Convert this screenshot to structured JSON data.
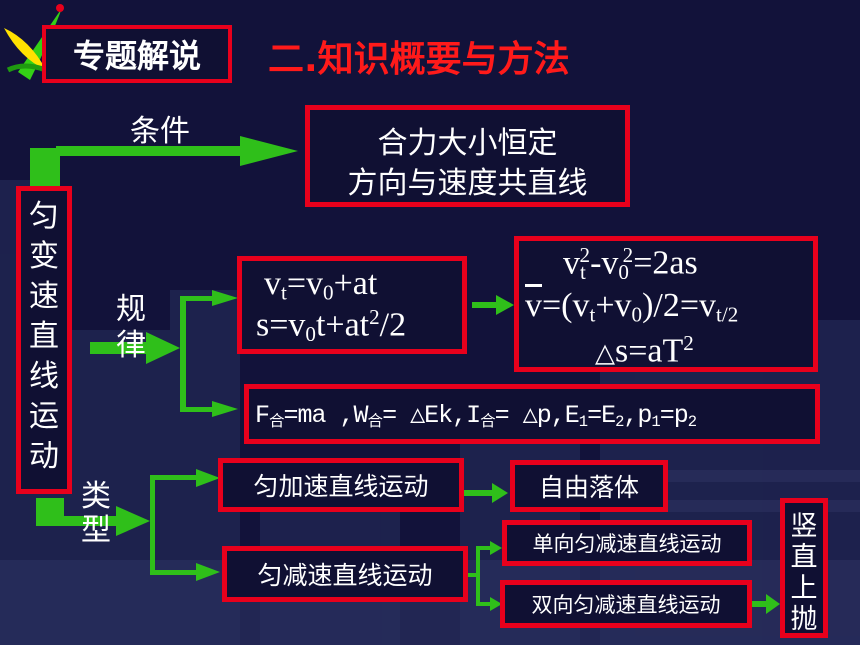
{
  "header": {
    "topic_label": "专题解说",
    "title": "二.知识概要与方法"
  },
  "colors": {
    "accent_red": "#e8001c",
    "arrow_green": "#2fbf1a",
    "title_red": "#ff1a1a"
  },
  "root": {
    "label_chars": [
      "匀",
      "变",
      "速",
      "直",
      "线",
      "运",
      "动"
    ]
  },
  "condition": {
    "label": "条件",
    "line1": "合力大小恒定",
    "line2": "方向与速度共直线"
  },
  "law": {
    "label_chars": [
      "规",
      "律"
    ],
    "f1_a": "v",
    "f1_a_sub": "t",
    "f1_b": "=v",
    "f1_b_sub": "0",
    "f1_c": "+at",
    "f2_a": "s=v",
    "f2_a_sub": "0",
    "f2_b": "t+at",
    "f2_b_sup": "2",
    "f2_c": "/2",
    "g1_a": "v",
    "g1_a_sub": "t",
    "g1_a_sup": "2",
    "g1_b": "-v",
    "g1_b_sub": "0",
    "g1_b_sup": "2",
    "g1_c": "=2as",
    "g2_a": "v",
    "g2_b": "=(v",
    "g2_b_sub": "t",
    "g2_c": "+v",
    "g2_c_sub": "0",
    "g2_d": ")/2=v",
    "g2_d_sub": "t/2",
    "g3_a": "s=aT",
    "g3_a_sup": "2",
    "force_text_1": "F",
    "force_sub_1": "合",
    "force_text_2": "=ma ,W",
    "force_sub_2": "合",
    "force_text_3": "= ",
    "force_text_4": "Ek,I",
    "force_sub_3": "合",
    "force_text_5": "= ",
    "force_text_6": "p,E",
    "force_sub_4": "1",
    "force_text_7": "=E",
    "force_sub_5": "2",
    "force_text_8": ",p",
    "force_sub_6": "1",
    "force_text_9": "=p",
    "force_sub_7": "2"
  },
  "types": {
    "label_chars": [
      "类",
      "型"
    ],
    "accel": "匀加速直线运动",
    "free_fall": "自由落体",
    "decel": "匀减速直线运动",
    "one_way": "单向匀减速直线运动",
    "two_way": "双向匀减速直线运动",
    "throw_chars": [
      "竖",
      "直",
      "上",
      "抛"
    ]
  }
}
